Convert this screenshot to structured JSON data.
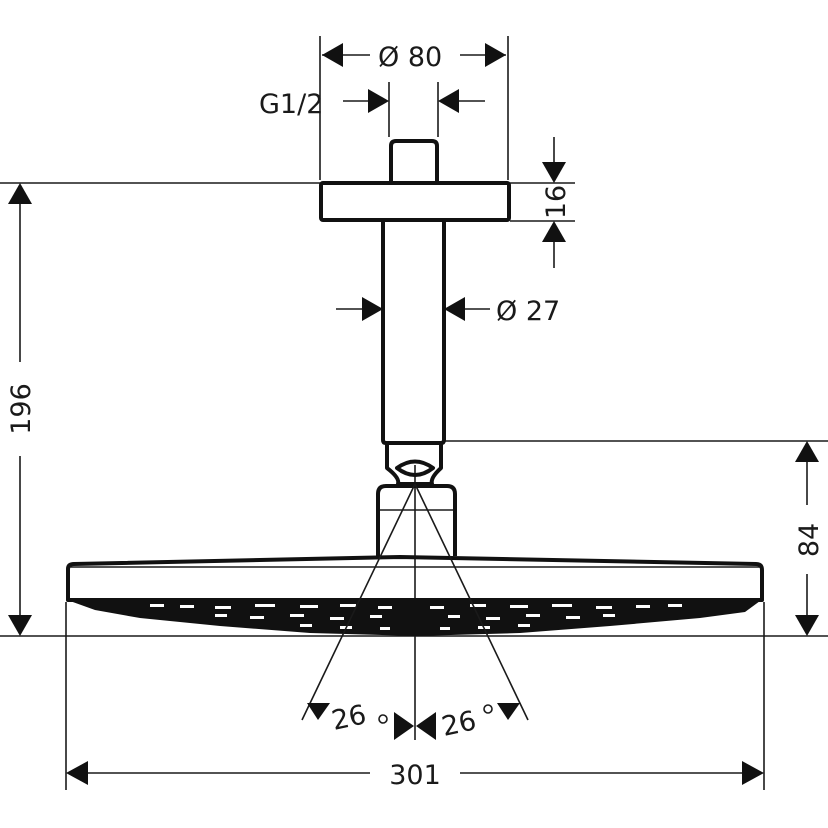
{
  "drawing": {
    "subject": "Overhead shower with ceiling connector",
    "units": "mm",
    "line_color": "#111111",
    "background": "#ffffff"
  },
  "dimensions": {
    "flange_diameter": {
      "symbol": "Ø",
      "value": "80",
      "label": "Ø 80"
    },
    "thread": {
      "label": "G1/2"
    },
    "flange_height": {
      "value": "16",
      "label": "16"
    },
    "arm_diameter": {
      "symbol": "Ø",
      "value": "27",
      "label": "Ø 27"
    },
    "total_height": {
      "value": "196",
      "label": "196"
    },
    "head_height": {
      "value": "84",
      "label": "84"
    },
    "head_width": {
      "value": "301",
      "label": "301"
    },
    "tilt_left": {
      "value": "26",
      "unit": "°",
      "label": "26°"
    },
    "tilt_right": {
      "value": "26",
      "unit": "°",
      "label": "26°"
    }
  }
}
